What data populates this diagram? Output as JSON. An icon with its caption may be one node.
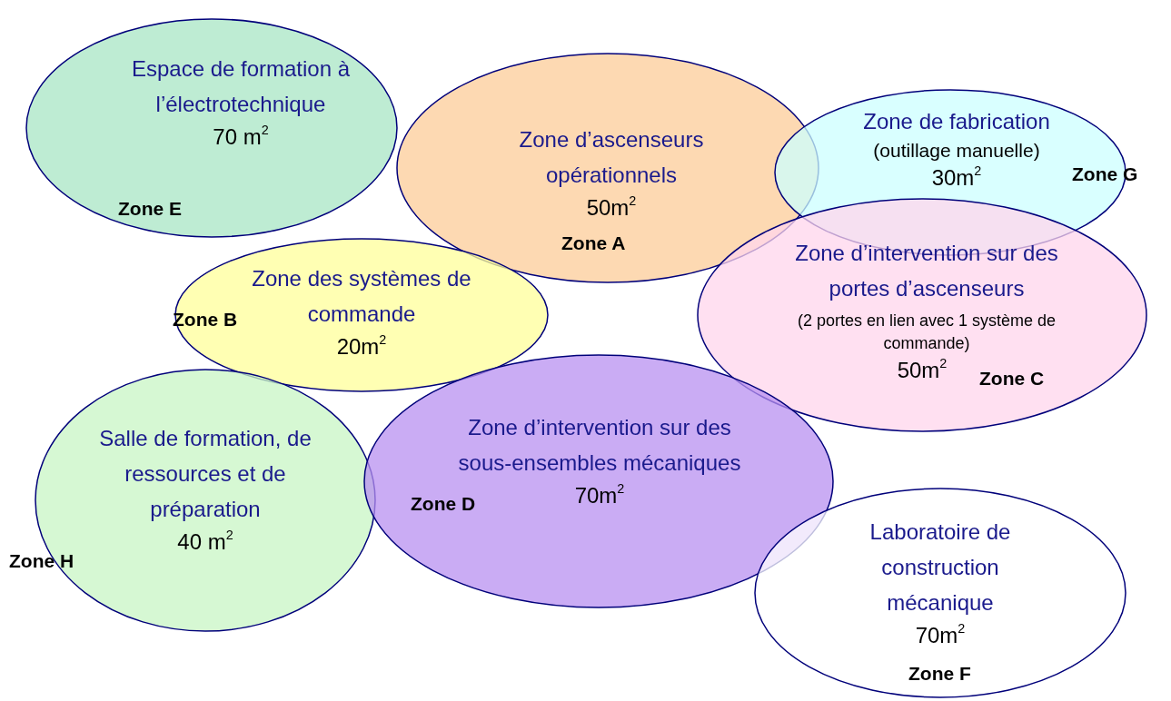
{
  "diagram": {
    "nodes": [
      {
        "text": [
          "Espace de formation à l’électrotechnique",
          "70 m$^{2}$",
          "Zone E"
        ]
      },
      {
        "text": [
          "Zone d’ascenseurs opérationnels",
          "50m$^{2}$",
          "Zone A"
        ]
      },
      {
        "text": [
          "Zone de fabrication",
          "(outillage manuelle)",
          "30m$^{2}$",
          "Zone G"
        ]
      },
      {
        "text": [
          "Zone des systèmes de commande",
          "20m$^{2}$",
          "Zone B"
        ]
      },
      {
        "text": [
          "Zone d’intervention sur des portes d’ascenseurs",
          "(2 portes en lien avec 1 système de commande)",
          "50m$^{2}$",
          "Zone C"
        ]
      },
      {
        "text": [
          "Salle de formation, de ressources et de préparation",
          "40 m$^{2}$",
          "Zone H"
        ]
      },
      {
        "text": [
          "Zone d’intervention sur des sous-ensembles mécaniques",
          "70m$^{2}$",
          "Zone D"
        ]
      },
      {
        "text": [
          "Laboratoire de construction mécanique",
          "70m$^{2}$",
          "Zone F"
        ]
      }
    ]
  }
}
